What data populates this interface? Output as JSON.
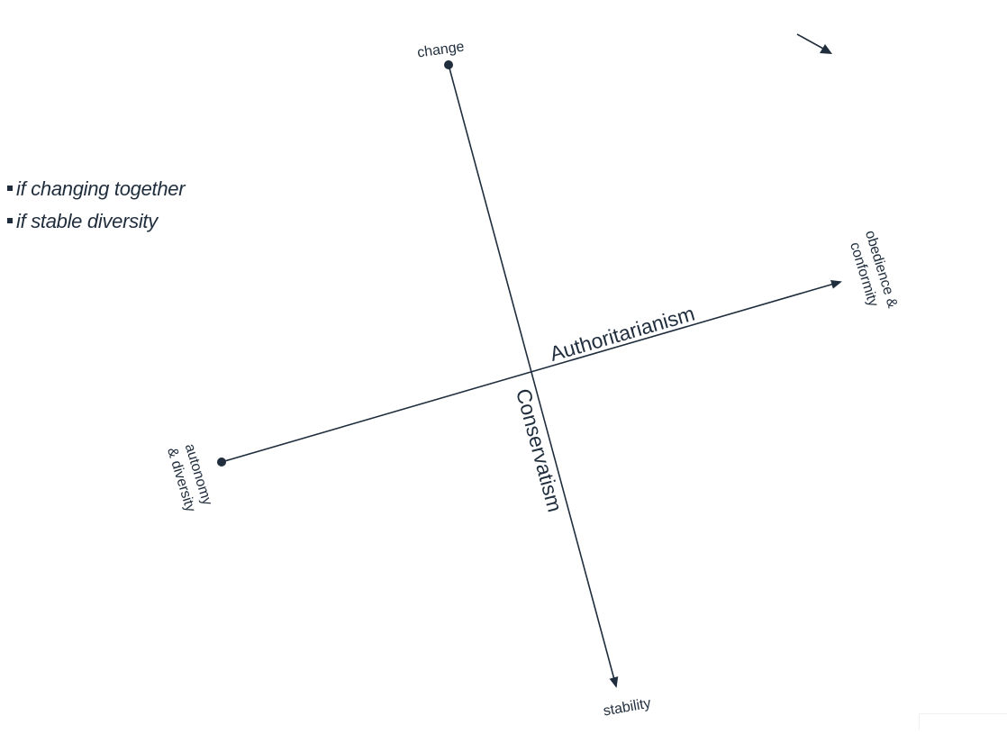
{
  "bullets": {
    "items": [
      "if changing together",
      "if stable diversity"
    ]
  },
  "axes": {
    "vertical": {
      "title": "Conservatism",
      "start_label": "change",
      "end_label": "stability"
    },
    "horizontal": {
      "title": "Authoritarianism",
      "start_label_line1": "autonomy",
      "start_label_line2": "& diversity",
      "end_label_line1": "obedience &",
      "end_label_line2": "conformity"
    }
  },
  "colors": {
    "ink": "#1f2d3d",
    "background": "#ffffff"
  },
  "icons": {
    "corner": "arrow-down-right-icon"
  }
}
